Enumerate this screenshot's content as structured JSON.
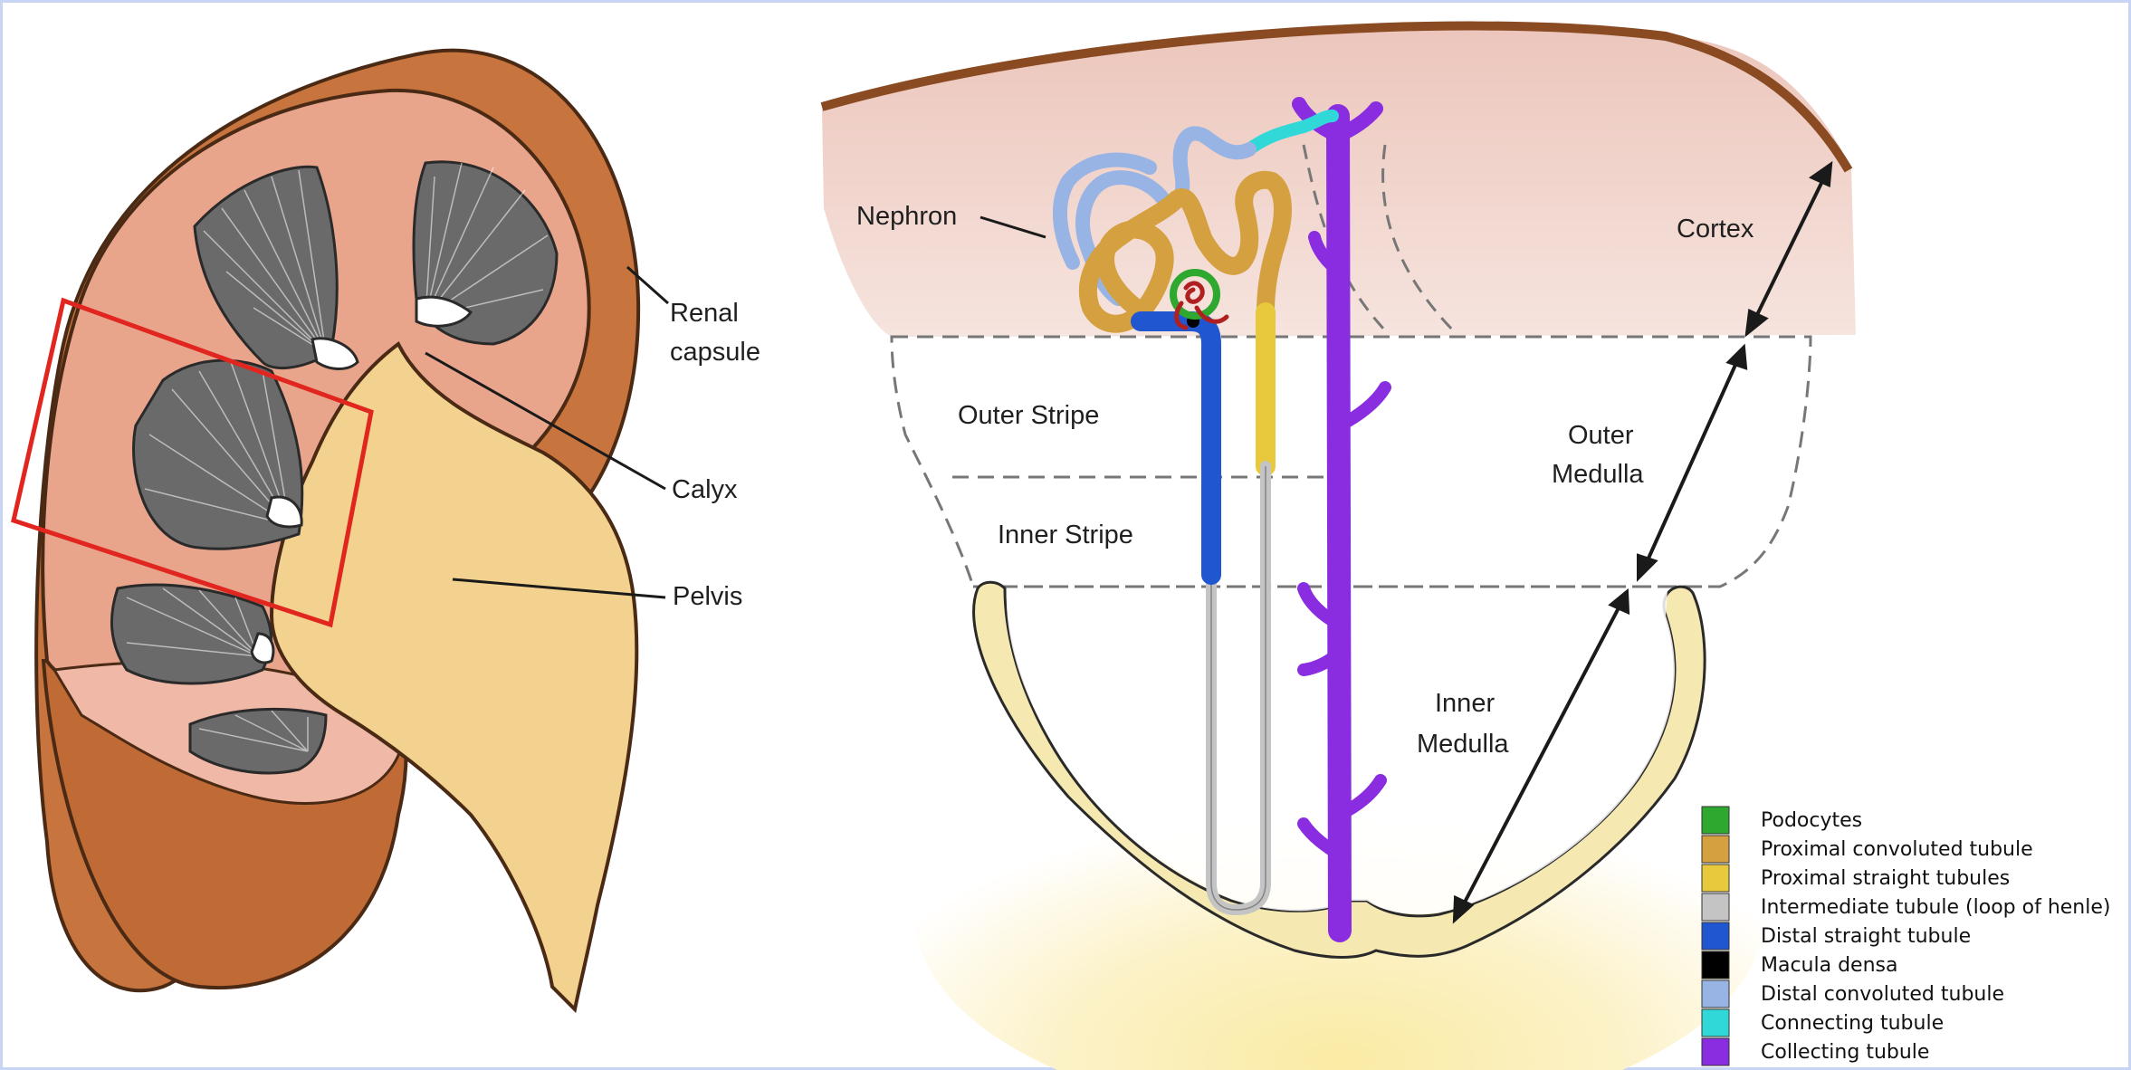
{
  "kidney": {
    "labels": {
      "renal_capsule_line1": "Renal",
      "renal_capsule_line2": "capsule",
      "calyx": "Calyx",
      "pelvis": "Pelvis"
    }
  },
  "nephron_diagram": {
    "labels": {
      "nephron": "Nephron",
      "cortex": "Cortex",
      "outer_stripe": "Outer Stripe",
      "inner_stripe": "Inner Stripe",
      "outer_medulla_line1": "Outer",
      "outer_medulla_line2": "Medulla",
      "inner_medulla_line1": "Inner",
      "inner_medulla_line2": "Medulla"
    }
  },
  "legend": {
    "items": [
      {
        "label": "Podocytes",
        "color": "#2ea82e"
      },
      {
        "label": "Proximal convoluted tubule",
        "color": "#d4a040"
      },
      {
        "label": "Proximal straight tubules",
        "color": "#e8c83c"
      },
      {
        "label": "Intermediate tubule (loop of henle)",
        "color": "#c4c4c4"
      },
      {
        "label": "Distal straight tubule",
        "color": "#2056d0"
      },
      {
        "label": "Macula densa",
        "color": "#000000"
      },
      {
        "label": "Distal convoluted tubule",
        "color": "#98b4e4"
      },
      {
        "label": "Connecting tubule",
        "color": "#30d8d8"
      },
      {
        "label": "Collecting tubule",
        "color": "#8a2ce0"
      }
    ]
  },
  "colors": {
    "frame_border": "#c8d4f4",
    "highlight_box": "#e0261f",
    "cortex_tissue": "#f0d4cc",
    "renal_capsule": "#c8743e",
    "kidney_cortex": "#e9a48c",
    "pelvis": "#f2d28e"
  }
}
